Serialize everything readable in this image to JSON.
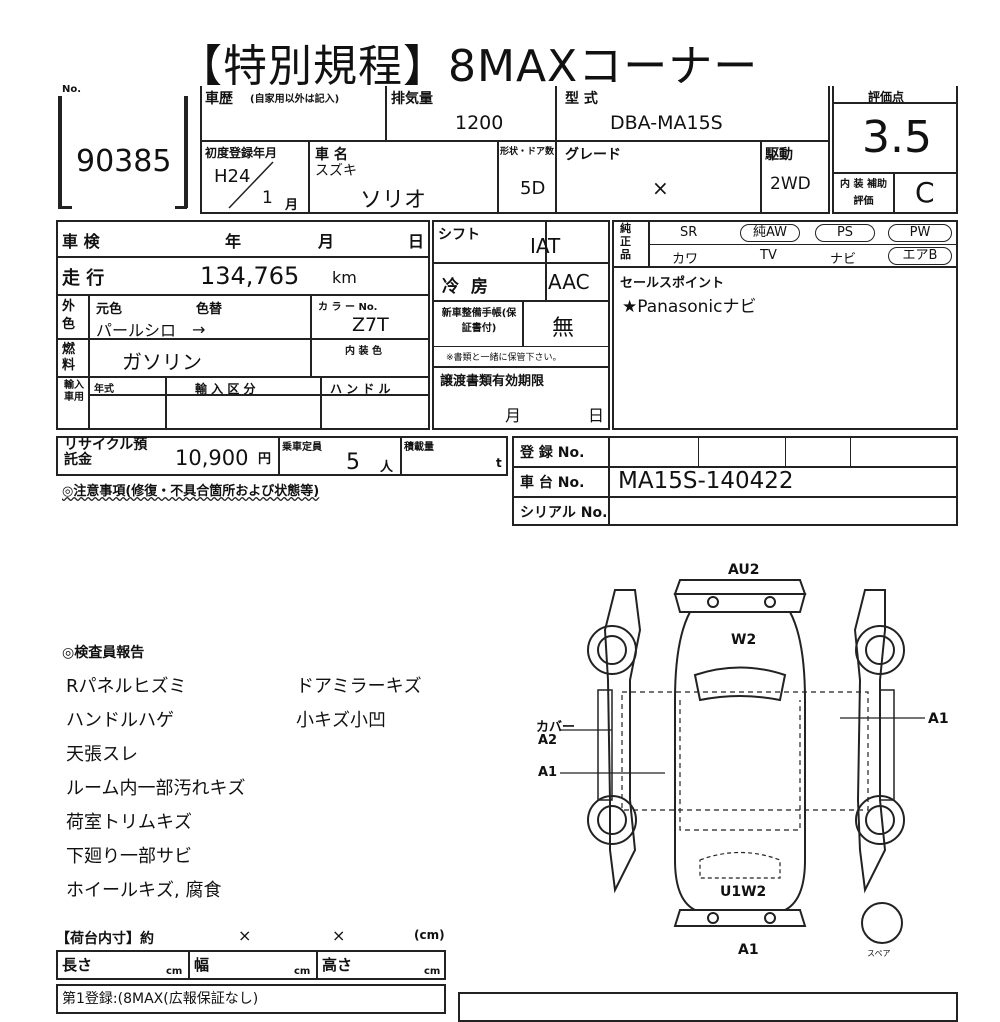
{
  "title": "【特別規程】8MAXコーナー",
  "no_label": "No.",
  "lot_number": "90385",
  "history_label": "車歴",
  "history_note": "(自家用以外は記入)",
  "displacement_label": "排気量",
  "displacement": "1200",
  "model_label": "型 式",
  "model": "DBA-MA15S",
  "score_label": "評価点",
  "score": "3.5",
  "first_reg_label": "初度登録年月",
  "first_reg_year": "H24",
  "first_reg_month": "1",
  "month_unit": "月",
  "car_name_label": "車 名",
  "maker": "スズキ",
  "car_name": "ソリオ",
  "doors_label": "形状・ドア数",
  "doors": "5D",
  "grade_label": "グレード",
  "grade": "×",
  "drive_label": "駆動",
  "drive": "2WD",
  "interior_label": "内 装 補助評価",
  "interior_score": "C",
  "inspection_label": "車 検",
  "year_unit": "年",
  "day_unit": "日",
  "shift_label": "シフト",
  "shift": "IAT",
  "equipment_label": "純正品",
  "equipment": [
    "SR",
    "純AW",
    "PS",
    "PW",
    "カワ",
    "TV",
    "ナビ",
    "エアB"
  ],
  "mileage_label": "走 行",
  "mileage": "134,765",
  "mileage_unit": "km",
  "ac_label": "冷 房",
  "ac": "AAC",
  "sales_point_label": "セールスポイント",
  "sales_point": "★Panasonicナビ",
  "exterior_label": "外色",
  "orig_color_label": "元色",
  "repaint_label": "色替",
  "orig_color": "パールシロ",
  "arrow": "→",
  "color_no_label": "カ ラ ー No.",
  "color_no": "Z7T",
  "warranty_label": "新車整備手帳(保証書付)",
  "warranty": "無",
  "warranty_note": "※書類と一緒に保管下さい。",
  "fuel_label": "燃料",
  "fuel": "ガソリン",
  "interior_color_label": "内 装 色",
  "import_label": "輸入車用",
  "import_year_label": "年式",
  "import_type_label": "輸 入 区 分",
  "handle_label": "ハ ン ド ル",
  "transfer_label": "譲渡書類有効期限",
  "recycle_label": "リサイクル預託金",
  "recycle": "10,900",
  "yen": "円",
  "capacity_label": "乗車定員",
  "capacity": "5",
  "person_unit": "人",
  "load_label": "積載量",
  "load_unit": "t",
  "reg_no_label": "登 録 No.",
  "chassis_label": "車 台 No.",
  "chassis": "MA15S-140422",
  "serial_label": "シリアル No.",
  "caution_label": "◎注意事項(修復・不具合箇所および状態等)",
  "inspector_label": "◎検査員報告",
  "inspector_notes_left": [
    "Rパネルヒズミ",
    "ハンドルハゲ",
    "天張スレ",
    "ルーム内一部汚れキズ",
    "荷室トリムキズ",
    "下廻り一部サビ",
    "ホイールキズ, 腐食"
  ],
  "inspector_notes_right": [
    "ドアミラーキズ",
    "小キズ小凹"
  ],
  "diagram_labels": {
    "top": "AU2",
    "hood": "W2",
    "rear": "U1W2",
    "bottom": "A1",
    "right": "A1",
    "left_cover": "カバー",
    "left_a2": "A2",
    "left_a1": "A1",
    "spare": "スペア"
  },
  "cargo_label": "【荷台内寸】約",
  "times": "×",
  "cm_unit": "(cm)",
  "length_label": "長さ",
  "width_label": "幅",
  "height_label": "高さ",
  "cm": "cm",
  "bottom_text": "第1登録:(8MAX(広報保証なし)"
}
